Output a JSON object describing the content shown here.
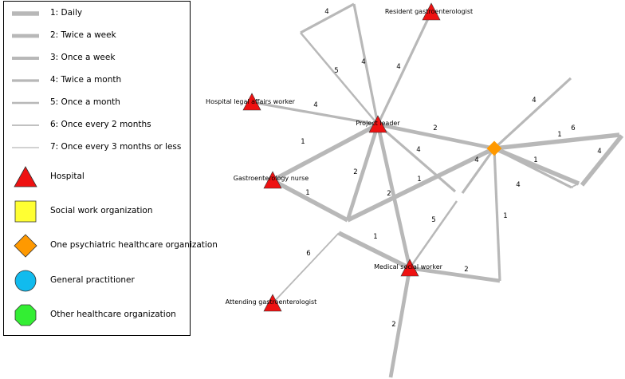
{
  "legend": {
    "line_items": [
      {
        "label": "1: Daily",
        "weight": 1
      },
      {
        "label": "2: Twice a week",
        "weight": 2
      },
      {
        "label": "3: Once a week",
        "weight": 3
      },
      {
        "label": "4: Twice a month",
        "weight": 4
      },
      {
        "label": "5: Once a month",
        "weight": 5
      },
      {
        "label": "6: Once every 2 months",
        "weight": 6
      },
      {
        "label": "7: Once every 3 months or less",
        "weight": 7
      }
    ],
    "shape_items": [
      {
        "label": "Hospital",
        "shape": "triangle",
        "color": "#ee1111"
      },
      {
        "label": "Social work organization",
        "shape": "square",
        "color": "#ffff33"
      },
      {
        "label": "One psychiatric healthcare organization",
        "shape": "diamond",
        "color": "#ff9900"
      },
      {
        "label": "General practitioner",
        "shape": "circle",
        "color": "#11bbee"
      },
      {
        "label": "Other healthcare organization",
        "shape": "octagon",
        "color": "#33ee33"
      }
    ]
  },
  "colors": {
    "edge": "#b8b8b8",
    "hospital": "#ee1111",
    "psychiatric": "#ff9900",
    "outline": "#333333"
  },
  "nodes": [
    {
      "id": "project-leader",
      "label": "Project leader",
      "shape": "triangle"
    },
    {
      "id": "resident-gastroenterologist",
      "label": "Resident gastroenterologist",
      "shape": "triangle"
    },
    {
      "id": "hospital-legal-affairs-worker",
      "label": "Hospital legal affairs worker",
      "shape": "triangle"
    },
    {
      "id": "gastroenterology-nurse",
      "label": "Gastroenterology nurse",
      "shape": "triangle"
    },
    {
      "id": "medical-social-worker",
      "label": "Medical social worker",
      "shape": "triangle"
    },
    {
      "id": "attending-gastroenterologist",
      "label": "Attending gastroenterologist",
      "shape": "triangle"
    },
    {
      "id": "psych-org",
      "label": "",
      "shape": "diamond"
    },
    {
      "id": "u1",
      "label": "",
      "shape": "none"
    },
    {
      "id": "u2",
      "label": "",
      "shape": "none"
    },
    {
      "id": "u3",
      "label": "",
      "shape": "none"
    },
    {
      "id": "u4",
      "label": "",
      "shape": "none"
    },
    {
      "id": "u5",
      "label": "",
      "shape": "none"
    },
    {
      "id": "u6",
      "label": "",
      "shape": "none"
    },
    {
      "id": "u7",
      "label": "",
      "shape": "none"
    },
    {
      "id": "u8",
      "label": "",
      "shape": "none"
    },
    {
      "id": "u9",
      "label": "",
      "shape": "none"
    },
    {
      "id": "u10",
      "label": "",
      "shape": "none"
    },
    {
      "id": "u11",
      "label": "",
      "shape": "none"
    },
    {
      "id": "u12",
      "label": "",
      "shape": "none"
    },
    {
      "id": "u13",
      "label": "",
      "shape": "none"
    },
    {
      "id": "u14",
      "label": "",
      "shape": "none"
    },
    {
      "id": "u15",
      "label": "",
      "shape": "none"
    },
    {
      "id": "u16",
      "label": "",
      "shape": "none"
    }
  ],
  "edges": [
    {
      "from": "u1",
      "to": "u2",
      "weight": 4,
      "label": "4"
    },
    {
      "from": "u2",
      "to": "project-leader",
      "weight": 4,
      "label": "4"
    },
    {
      "from": "u1",
      "to": "project-leader",
      "weight": 5,
      "label": "5"
    },
    {
      "from": "resident-gastroenterologist",
      "to": "project-leader",
      "weight": 4,
      "label": "4"
    },
    {
      "from": "hospital-legal-affairs-worker",
      "to": "project-leader",
      "weight": 4,
      "label": "4"
    },
    {
      "from": "gastroenterology-nurse",
      "to": "project-leader",
      "weight": 1,
      "label": "1"
    },
    {
      "from": "project-leader",
      "to": "psych-org",
      "weight": 2,
      "label": "2"
    },
    {
      "from": "project-leader",
      "to": "u5",
      "weight": 4,
      "label": "4"
    },
    {
      "from": "project-leader",
      "to": "u4",
      "weight": 2,
      "label": "2"
    },
    {
      "from": "project-leader",
      "to": "medical-social-worker",
      "weight": 2,
      "label": "2"
    },
    {
      "from": "gastroenterology-nurse",
      "to": "u4",
      "weight": 1,
      "label": "1"
    },
    {
      "from": "u4",
      "to": "psych-org",
      "weight": 1,
      "label": "1"
    },
    {
      "from": "u3",
      "to": "medical-social-worker",
      "weight": 1,
      "label": "1"
    },
    {
      "from": "u6",
      "to": "medical-social-worker",
      "weight": 5,
      "label": "5"
    },
    {
      "from": "u3",
      "to": "attending-gastroenterologist",
      "weight": 6,
      "label": "6"
    },
    {
      "from": "medical-social-worker",
      "to": "u7",
      "weight": 2,
      "label": "2"
    },
    {
      "from": "medical-social-worker",
      "to": "u8",
      "weight": 2,
      "label": "2"
    },
    {
      "from": "psych-org",
      "to": "u9",
      "weight": 4,
      "label": "4"
    },
    {
      "from": "psych-org",
      "to": "u10",
      "weight": 1,
      "label": "1"
    },
    {
      "from": "psych-org",
      "to": "u11",
      "weight": 1,
      "label": "1"
    },
    {
      "from": "psych-org",
      "to": "u12",
      "weight": 4,
      "label": "4"
    },
    {
      "from": "psych-org",
      "to": "u13",
      "weight": 4,
      "label": "4"
    },
    {
      "from": "u11",
      "to": "u16",
      "weight": 6,
      "label": "6"
    },
    {
      "from": "u13",
      "to": "u16",
      "weight": 4,
      "label": "4"
    },
    {
      "from": "u14",
      "to": "u15",
      "weight": 1,
      "label": "1"
    },
    {
      "from": "psych-org",
      "to": "u7",
      "weight": 4,
      "label": "4"
    }
  ]
}
